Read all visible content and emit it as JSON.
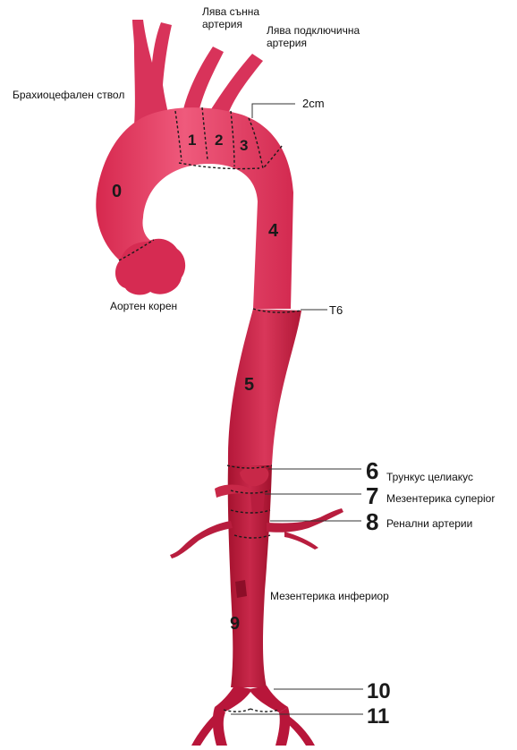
{
  "labels": {
    "lca_line1": "Лява сънна",
    "lca_line2": "артерия",
    "lsa_line1": "Лява подключична",
    "lsa_line2": "артерия",
    "brachio": "Брахиоцефален ствол",
    "root": "Аортен корен",
    "size": "2cm",
    "t6": "T6",
    "celiac": "Трункус целиакус",
    "sma": "Мезентерика суперior",
    "renal": "Ренални артерии",
    "ima": "Мезентерика инфериор"
  },
  "zones": [
    "0",
    "1",
    "2",
    "3",
    "4",
    "5",
    "6",
    "7",
    "8",
    "9",
    "10",
    "11"
  ],
  "colors": {
    "arch": "#e0345a",
    "arch_light": "#ee5a7a",
    "descending": "#c21c3c",
    "abdominal": "#b0142f",
    "branch_dark": "#9a1030"
  }
}
